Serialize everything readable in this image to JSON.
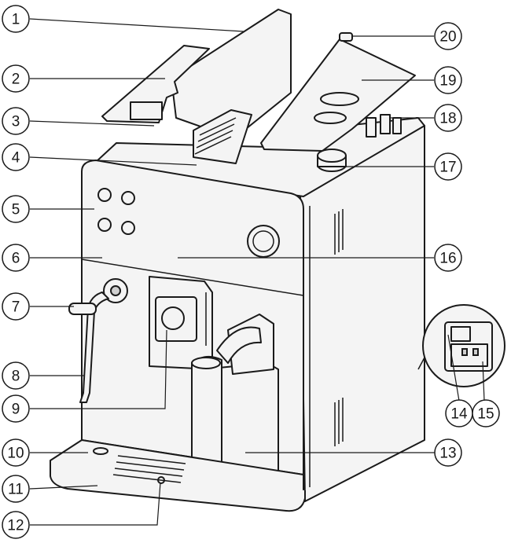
{
  "colors": {
    "line": "#1a1a1a",
    "body": "#f4f4f4",
    "accent": "#cfcfcf",
    "background": "#ffffff"
  },
  "callouts": [
    {
      "id": "c1",
      "number": "1"
    },
    {
      "id": "c2",
      "number": "2"
    },
    {
      "id": "c3",
      "number": "3"
    },
    {
      "id": "c4",
      "number": "4"
    },
    {
      "id": "c5",
      "number": "5"
    },
    {
      "id": "c6",
      "number": "6"
    },
    {
      "id": "c7",
      "number": "7"
    },
    {
      "id": "c8",
      "number": "8"
    },
    {
      "id": "c9",
      "number": "9"
    },
    {
      "id": "c10",
      "number": "10"
    },
    {
      "id": "c11",
      "number": "11"
    },
    {
      "id": "c12",
      "number": "12"
    },
    {
      "id": "c13",
      "number": "13"
    },
    {
      "id": "c14",
      "number": "14"
    },
    {
      "id": "c15",
      "number": "15"
    },
    {
      "id": "c16",
      "number": "16"
    },
    {
      "id": "c17",
      "number": "17"
    },
    {
      "id": "c18",
      "number": "18"
    },
    {
      "id": "c19",
      "number": "19"
    },
    {
      "id": "c20",
      "number": "20"
    }
  ]
}
